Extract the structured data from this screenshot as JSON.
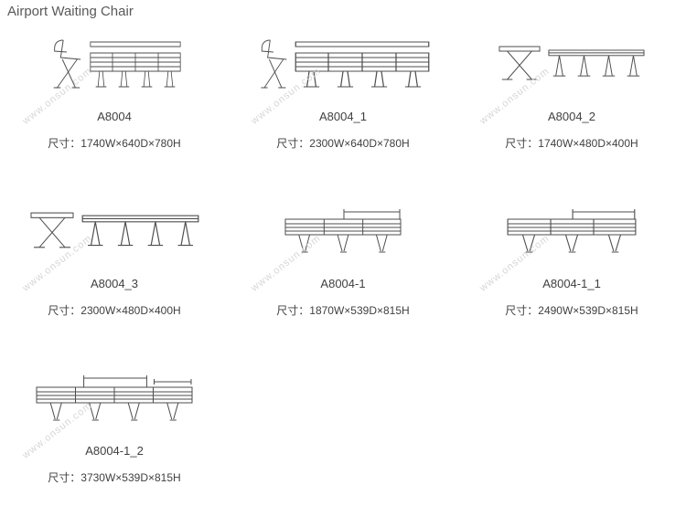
{
  "page": {
    "title": "Airport Waiting Chair",
    "watermark": "www.onsun.com"
  },
  "items": [
    {
      "model": "A8004",
      "size": "尺寸：1740W×640D×780H"
    },
    {
      "model": "A8004_1",
      "size": "尺寸：2300W×640D×780H"
    },
    {
      "model": "A8004_2",
      "size": "尺寸：1740W×480D×400H"
    },
    {
      "model": "A8004_3",
      "size": "尺寸：2300W×480D×400H"
    },
    {
      "model": "A8004-1",
      "size": "尺寸：1870W×539D×815H"
    },
    {
      "model": "A8004-1_1",
      "size": "尺寸：2490W×539D×815H"
    },
    {
      "model": "A8004-1_2",
      "size": "尺寸：3730W×539D×815H"
    }
  ]
}
